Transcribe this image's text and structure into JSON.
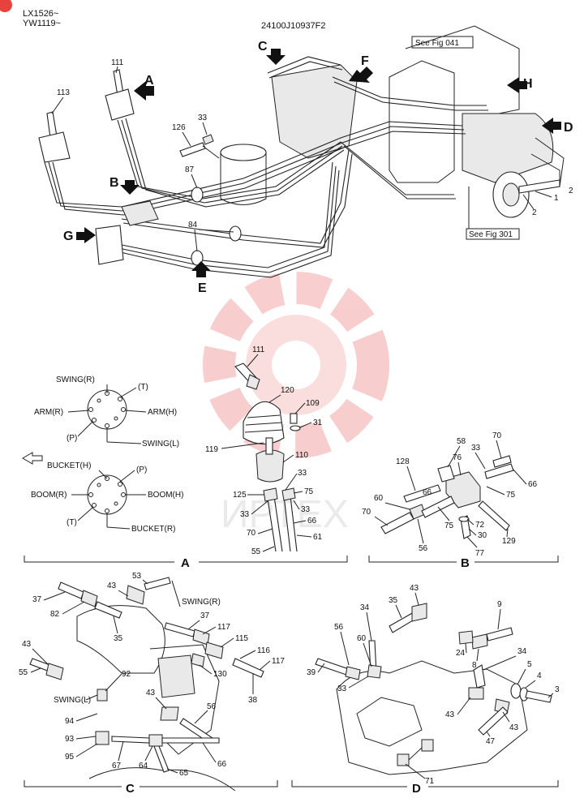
{
  "header": {
    "model_line1": "LX1526~",
    "model_line2": "YW1119~",
    "drawing_code": "24100J10937F2"
  },
  "watermark": {
    "text": "ИРТЕХ",
    "color": "#f2b0b0"
  },
  "overview": {
    "see_fig_top": "See Fig 041",
    "see_fig_bottom": "See Fig 301",
    "view_arrows": [
      "A",
      "B",
      "C",
      "D",
      "E",
      "F",
      "G",
      "H"
    ],
    "parts": [
      "111",
      "113",
      "126",
      "33",
      "87",
      "84",
      "1",
      "2",
      "2"
    ]
  },
  "pattern_1": {
    "top": "SWING(R)",
    "top_right": "(T)",
    "left": "ARM(R)",
    "right": "ARM(H)",
    "bottom_left": "(P)",
    "bottom": "SWING(L)"
  },
  "pattern_2": {
    "top": "BUCKET(H)",
    "top_right": "(P)",
    "left": "BOOM(R)",
    "right": "BOOM(H)",
    "bottom_left": "(T)",
    "bottom": "BUCKET(R)"
  },
  "section_a": {
    "label": "A",
    "parts": [
      "111",
      "120",
      "109",
      "31",
      "119",
      "110",
      "33",
      "75",
      "125",
      "33",
      "33",
      "66",
      "70",
      "61",
      "55"
    ]
  },
  "section_b": {
    "label": "B",
    "parts": [
      "58",
      "70",
      "33",
      "76",
      "128",
      "66",
      "66",
      "75",
      "60",
      "70",
      "75",
      "72",
      "30",
      "56",
      "129",
      "77"
    ]
  },
  "section_c": {
    "label": "C",
    "swing_r": "SWING(R)",
    "swing_l": "SWING(L)",
    "parts": [
      "37",
      "43",
      "53",
      "82",
      "35",
      "37",
      "117",
      "115",
      "116",
      "117",
      "43",
      "55",
      "92",
      "130",
      "38",
      "43",
      "56",
      "94",
      "93",
      "95",
      "67",
      "64",
      "65",
      "66"
    ]
  },
  "section_d": {
    "label": "D",
    "parts": [
      "43",
      "35",
      "9",
      "34",
      "56",
      "60",
      "24",
      "8",
      "34",
      "39",
      "33",
      "5",
      "4",
      "3",
      "43",
      "43",
      "47",
      "71"
    ]
  }
}
